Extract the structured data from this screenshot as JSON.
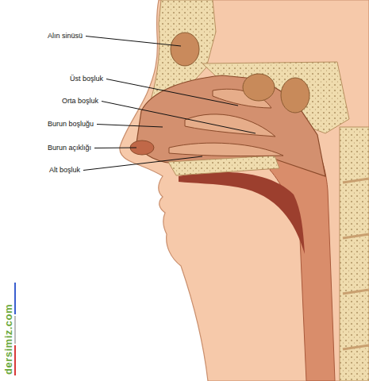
{
  "diagram": {
    "labels": [
      "Alın sinüsü",
      "Üst boşluk",
      "Orta boşluk",
      "Burun boşluğu",
      "Burun açıklığı",
      "Alt boşluk",
      "dersimiz.com"
    ]
  }
}
